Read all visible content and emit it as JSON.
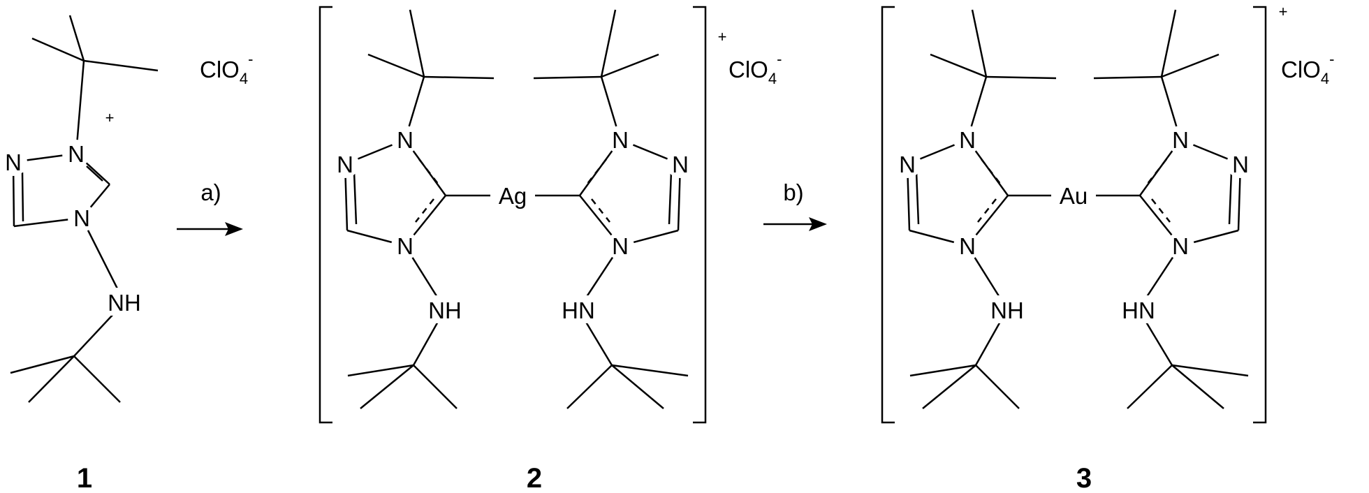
{
  "compounds": [
    {
      "number": "1"
    },
    {
      "number": "2",
      "metal": "Ag",
      "charge": "+"
    },
    {
      "number": "3",
      "metal": "Au",
      "charge": "+"
    }
  ],
  "atoms": {
    "nitrogen": "N",
    "amine_left": "NH",
    "amine_right": "HN",
    "ring_charge": "+"
  },
  "counterion": {
    "main": "ClO",
    "subscript": "4",
    "superscript": "-"
  },
  "arrows": [
    {
      "label": "a)"
    },
    {
      "label": "b)"
    }
  ]
}
